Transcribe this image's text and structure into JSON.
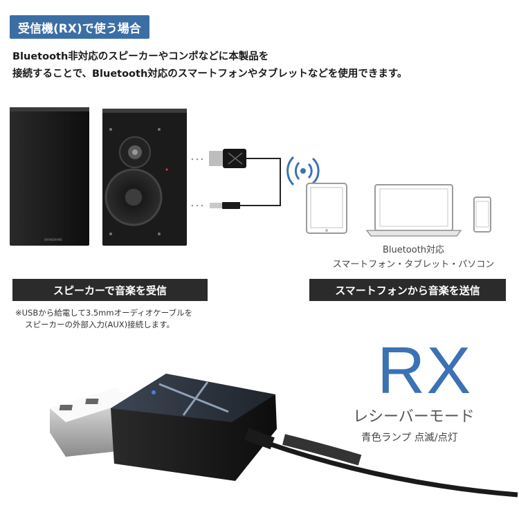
{
  "header": {
    "badge": "受信機(RX)で使う場合",
    "line1": "Bluetooth非対応のスピーカーやコンポなどに本製品を",
    "line2": "接続することで、Bluetooth対応のスマートフォンやタブレットなどを使用できます。"
  },
  "devices": {
    "line1": "Bluetooth対応",
    "line2": "スマートフォン・タブレット・パソコン"
  },
  "labels": {
    "left": "スピーカーで音楽を受信",
    "right": "スマートフォンから音楽を送信"
  },
  "note": {
    "line1": "※USBから給電して3.5mmオーディオケーブルを",
    "line2": "スピーカーの外部入力(AUX)接続します。"
  },
  "mode": {
    "big": "RX",
    "name": "レシーバーモード",
    "lamp": "青色ランプ 点滅/点灯"
  },
  "colors": {
    "accent": "#3b6ea5",
    "label_bg": "#2b2b2b",
    "rx": "#3b72b4"
  }
}
